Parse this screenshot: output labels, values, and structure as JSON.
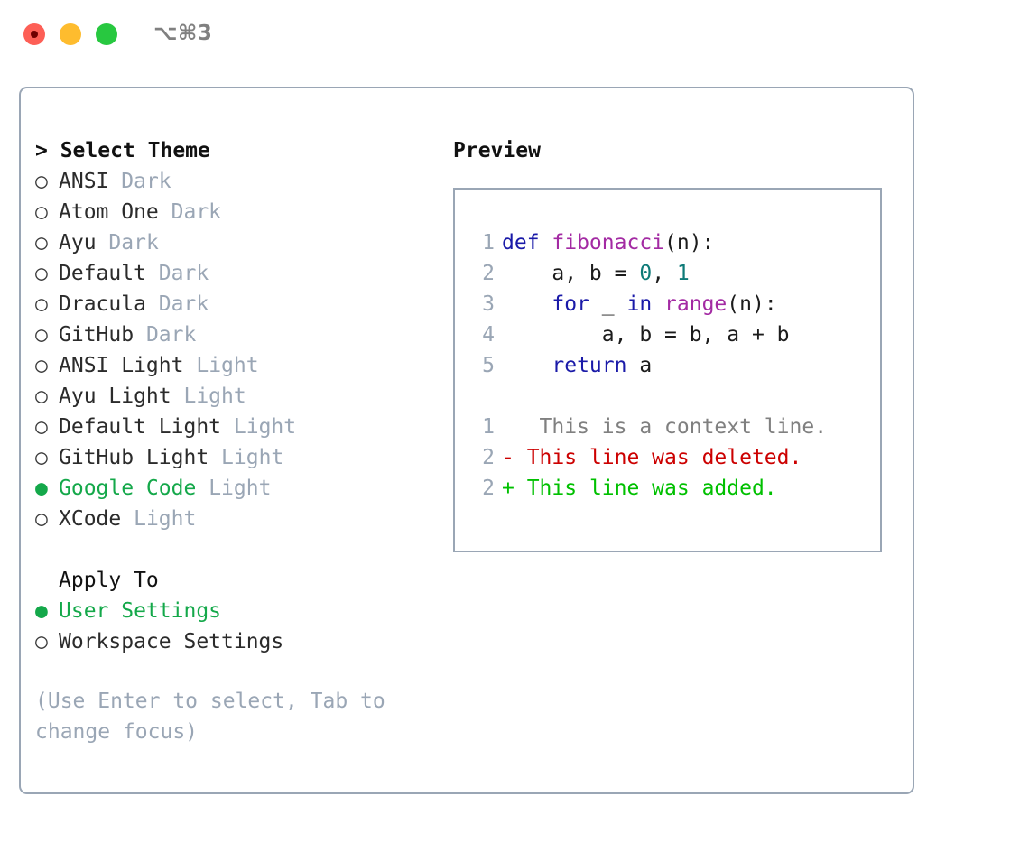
{
  "titlebar": {
    "shortcut": "⌥⌘3",
    "dots": [
      "close-red",
      "minimize-amber",
      "maximize-green"
    ]
  },
  "theme_panel": {
    "header": "> Select Theme",
    "bullet_on": "●",
    "bullet_off": "○",
    "items": [
      {
        "name": "ANSI",
        "tag": "Dark",
        "selected": false
      },
      {
        "name": "Atom One",
        "tag": "Dark",
        "selected": false
      },
      {
        "name": "Ayu",
        "tag": "Dark",
        "selected": false
      },
      {
        "name": "Default",
        "tag": "Dark",
        "selected": false
      },
      {
        "name": "Dracula",
        "tag": "Dark",
        "selected": false
      },
      {
        "name": "GitHub",
        "tag": "Dark",
        "selected": false
      },
      {
        "name": "ANSI Light",
        "tag": "Light",
        "selected": false
      },
      {
        "name": "Ayu Light",
        "tag": "Light",
        "selected": false
      },
      {
        "name": "Default Light",
        "tag": "Light",
        "selected": false
      },
      {
        "name": "GitHub Light",
        "tag": "Light",
        "selected": false
      },
      {
        "name": "Google Code",
        "tag": "Light",
        "selected": true
      },
      {
        "name": "XCode",
        "tag": "Light",
        "selected": false
      }
    ]
  },
  "apply_to": {
    "header": "Apply To",
    "items": [
      {
        "name": "User Settings",
        "selected": true
      },
      {
        "name": "Workspace Settings",
        "selected": false
      }
    ]
  },
  "hint": "(Use Enter to select, Tab to change focus)",
  "preview": {
    "title": "Preview",
    "code": [
      {
        "ln": "1",
        "tokens": [
          {
            "t": "def ",
            "c": "kw"
          },
          {
            "t": "fibonacci",
            "c": "fn"
          },
          {
            "t": "(n):",
            "c": "pun"
          }
        ]
      },
      {
        "ln": "2",
        "tokens": [
          {
            "t": "    a, b = ",
            "c": "pun"
          },
          {
            "t": "0",
            "c": "num"
          },
          {
            "t": ", ",
            "c": "pun"
          },
          {
            "t": "1",
            "c": "num"
          }
        ]
      },
      {
        "ln": "3",
        "tokens": [
          {
            "t": "    ",
            "c": "pun"
          },
          {
            "t": "for",
            "c": "kw"
          },
          {
            "t": " _ ",
            "c": "pun"
          },
          {
            "t": "in",
            "c": "kw"
          },
          {
            "t": " ",
            "c": "pun"
          },
          {
            "t": "range",
            "c": "fn"
          },
          {
            "t": "(n):",
            "c": "pun"
          }
        ]
      },
      {
        "ln": "4",
        "tokens": [
          {
            "t": "        a, b = b, a + b",
            "c": "pun"
          }
        ]
      },
      {
        "ln": "5",
        "tokens": [
          {
            "t": "    ",
            "c": "pun"
          },
          {
            "t": "return",
            "c": "kw"
          },
          {
            "t": " a",
            "c": "pun"
          }
        ]
      }
    ],
    "diff": [
      {
        "ln": "1",
        "marker": " ",
        "text": "  This is a context line.",
        "kind": "ctx"
      },
      {
        "ln": "2",
        "marker": "-",
        "text": " This line was deleted.",
        "kind": "del"
      },
      {
        "ln": "2",
        "marker": "+",
        "text": " This line was added.",
        "kind": "add"
      }
    ]
  },
  "colors": {
    "accent_green": "#14a84a",
    "border": "#9aa6b5",
    "muted": "#9aa6b5",
    "keyword": "#1a1aa8",
    "function": "#a32aa3",
    "number": "#0e7a78",
    "diff_add": "#00c000",
    "diff_del": "#cc0000",
    "diff_ctx": "#808080",
    "dot_red": "#fd5f56",
    "dot_amber": "#febc2e",
    "dot_green": "#28c840"
  }
}
